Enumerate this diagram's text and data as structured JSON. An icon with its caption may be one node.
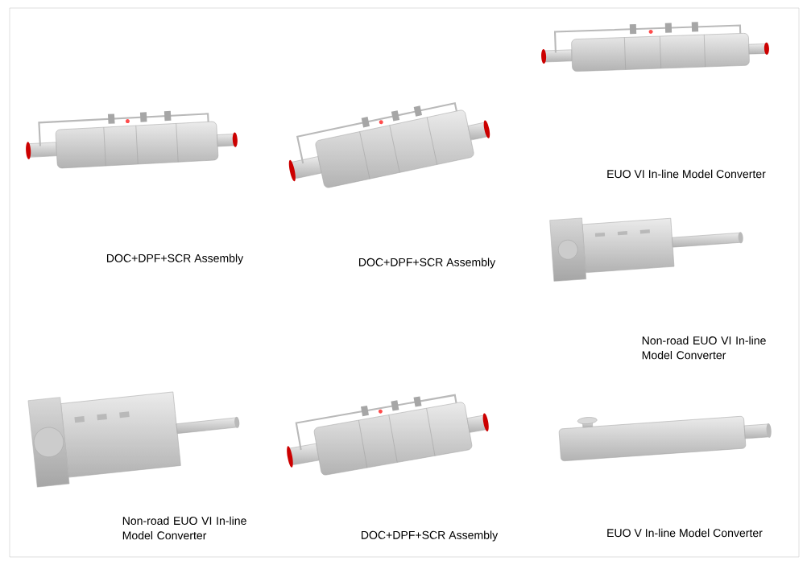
{
  "diagram": {
    "labels": [
      "EUO VI In-line Model Converter",
      "DOC+DPF+SCR Assembly",
      "DOC+DPF+SCR Assembly",
      "Non-road EUO VI In-line Model Converter",
      "Non-road EUO VI In-line Model Converter",
      "DOC+DPF+SCR Assembly",
      "EUO V In-line Model Converter"
    ]
  }
}
